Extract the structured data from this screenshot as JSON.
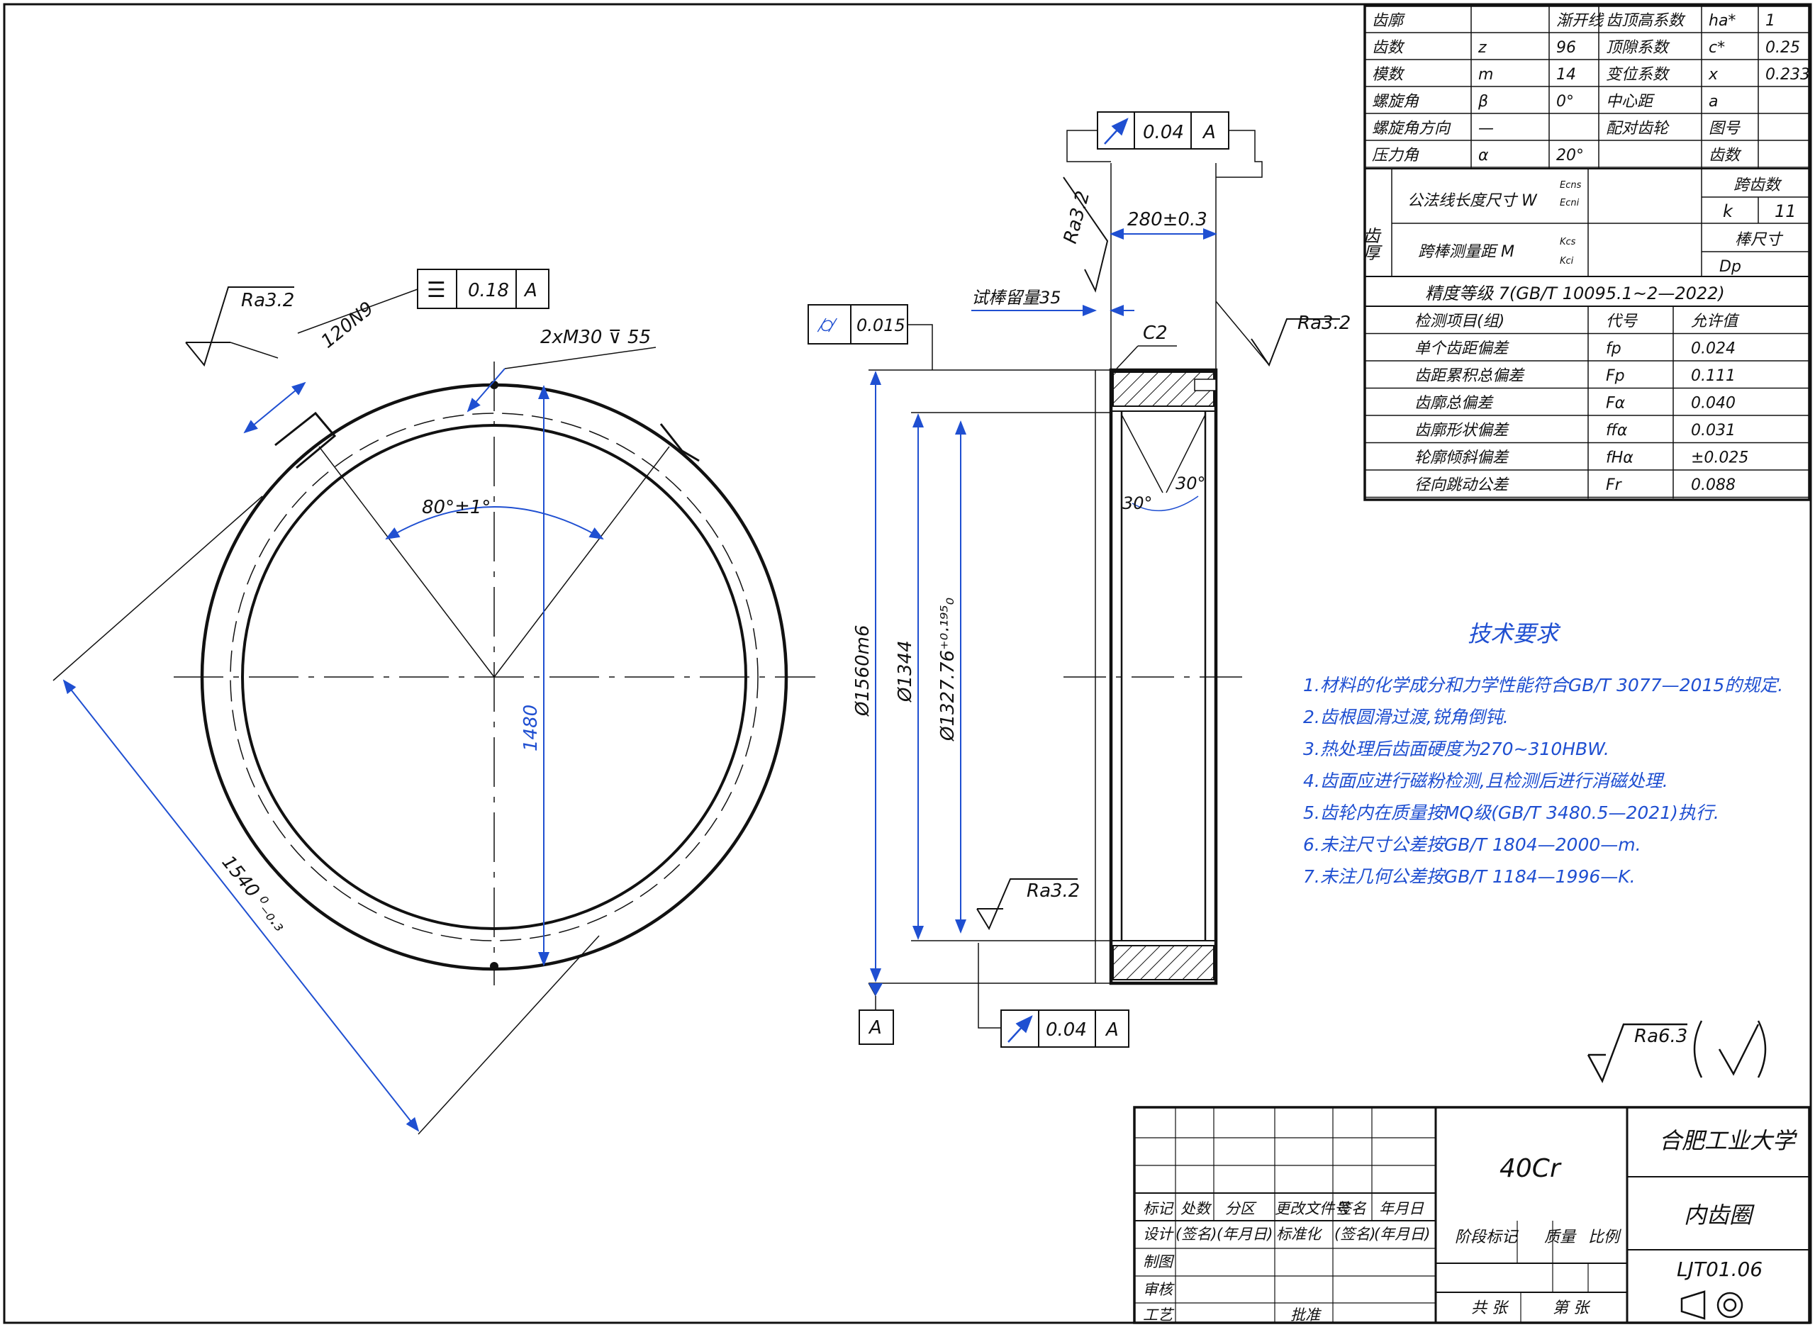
{
  "gear_params": {
    "rows": [
      [
        "齿廓",
        "",
        "渐开线",
        "齿顶高系数",
        "ha*",
        "1"
      ],
      [
        "齿数",
        "z",
        "96",
        "顶隙系数",
        "c*",
        "0.25"
      ],
      [
        "模数",
        "m",
        "14",
        "变位系数",
        "x",
        "0.233"
      ],
      [
        "螺旋角",
        "β",
        "0°",
        "中心距",
        "a",
        ""
      ],
      [
        "螺旋角方向",
        "—",
        "",
        "配对齿轮",
        "图号",
        ""
      ],
      [
        "压力角",
        "α",
        "20°",
        "",
        "齿数",
        ""
      ]
    ],
    "thickness_label": "齿厚",
    "w_label": "公法线长度尺寸 W",
    "w_sup": "Ecns",
    "w_sub": "Ecni",
    "span_label": "跨齿数",
    "k_symbol": "k",
    "k_value": "11",
    "m_label": "跨棒测量距 M",
    "m_sup": "Kcs",
    "m_sub": "Kci",
    "rod_label": "棒尺寸",
    "dp_symbol": "Dp",
    "accuracy": "精度等级    7(GB/T 10095.1~2—2022)",
    "check_header": [
      "检测项目(组)",
      "代号",
      "允许值"
    ],
    "check_rows": [
      [
        "单个齿距偏差",
        "fp",
        "0.024"
      ],
      [
        "齿距累积总偏差",
        "Fp",
        "0.111"
      ],
      [
        "齿廓总偏差",
        "Fα",
        "0.040"
      ],
      [
        "齿廓形状偏差",
        "ffα",
        "0.031"
      ],
      [
        "轮廓倾斜偏差",
        "fHα",
        "±0.025"
      ],
      [
        "径向跳动公差",
        "Fr",
        "0.088"
      ]
    ]
  },
  "front_view": {
    "roughness_keyway": "Ra3.2",
    "keyway_dim": "120N9",
    "symmetry_tol": "0.18",
    "datum_a": "A",
    "thread": "2xM30 ⊽ 55",
    "angle": "80°±1°",
    "center_dist": "1480",
    "chord_dim": "1540 ⁰₋₀.₃"
  },
  "side_view": {
    "runout_top": "0.04",
    "datum_top": "A",
    "roughness_face": "Ra3.2",
    "width_dim": "280±0.3",
    "trial_allowance": "试棒留量35",
    "chamfer": "C2",
    "roughness_right": "Ra3.2",
    "cylindricity": "0.015",
    "dia_outer": "Ø1560m6",
    "dia_root": "Ø1344",
    "dia_tip": "Ø1327.76⁺⁰·¹⁹⁵₀",
    "angle_left": "30°",
    "angle_right": "30°",
    "roughness_bore": "Ra3.2",
    "datum_box": "A",
    "runout_bottom": "0.04",
    "datum_bottom": "A"
  },
  "tech_req": {
    "title": "技术要求",
    "items": [
      "1.材料的化学成分和力学性能符合GB/T 3077—2015的规定.",
      "2.齿根圆滑过渡,锐角倒钝.",
      "3.热处理后齿面硬度为270~310HBW.",
      "4.齿面应进行磁粉检测,且检测后进行消磁处理.",
      "5.齿轮内在质量按MQ级(GB/T 3480.5—2021)执行.",
      "6.未注尺寸公差按GB/T 1804—2000—m.",
      "7.未注几何公差按GB/T 1184—1996—K."
    ]
  },
  "general_roughness": "Ra6.3",
  "title_block": {
    "material": "40Cr",
    "school": "合肥工业大学",
    "part_name": "内齿圈",
    "drawing_no": "LJT01.06",
    "revision_header": [
      "标记",
      "处数",
      "分区",
      "更改文件号",
      "签名",
      "年月日"
    ],
    "design_row": [
      "设计",
      "(签名)",
      "(年月日)",
      "标准化",
      "(签名)",
      "(年月日)"
    ],
    "drafted": "制图",
    "checked": "审核",
    "process": "工艺",
    "approved": "批准",
    "stage_mark": "阶段标记",
    "mass": "质量",
    "scale": "比例",
    "total_sheets": "共   张",
    "sheet_no": "第   张"
  }
}
